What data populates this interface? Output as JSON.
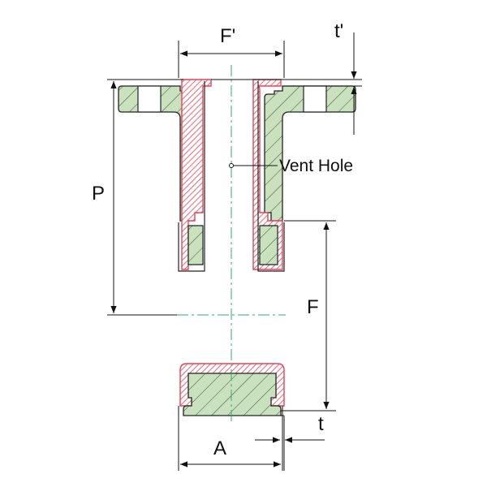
{
  "labels": {
    "f_prime": "F'",
    "t_prime": "t'",
    "p": "P",
    "vent_hole": "Vent Hole",
    "f": "F",
    "t": "t",
    "a": "A"
  },
  "colors": {
    "fill": "#c9e2bd",
    "lining": "#e2445a",
    "outline": "#222222",
    "centerline": "#33a872",
    "dim": "#111111"
  }
}
